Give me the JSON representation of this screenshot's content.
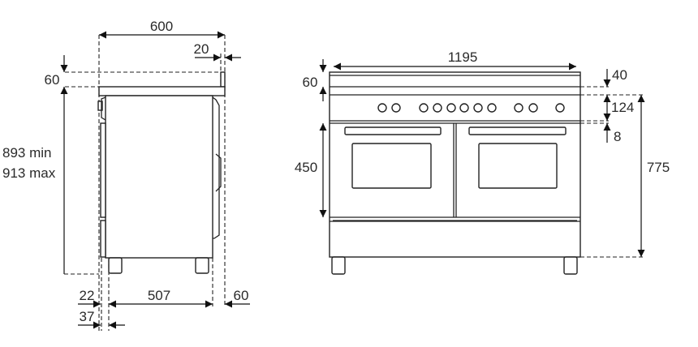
{
  "side_view": {
    "width_label": "600",
    "back_gap_label": "20",
    "backguard_height_label": "60",
    "height_label_min": "893 min",
    "height_label_max": "913 max",
    "front_offset_label": "22",
    "feet_span_label": "507",
    "rear_offset_label": "60",
    "front_offset2_label": "37"
  },
  "front_view": {
    "width_label": "1195",
    "backguard_height_label": "60",
    "top_label": "40",
    "control_panel_label": "124",
    "gap_label": "8",
    "oven_height_label": "450",
    "hob_height_label": "775",
    "knob_count": 11
  }
}
